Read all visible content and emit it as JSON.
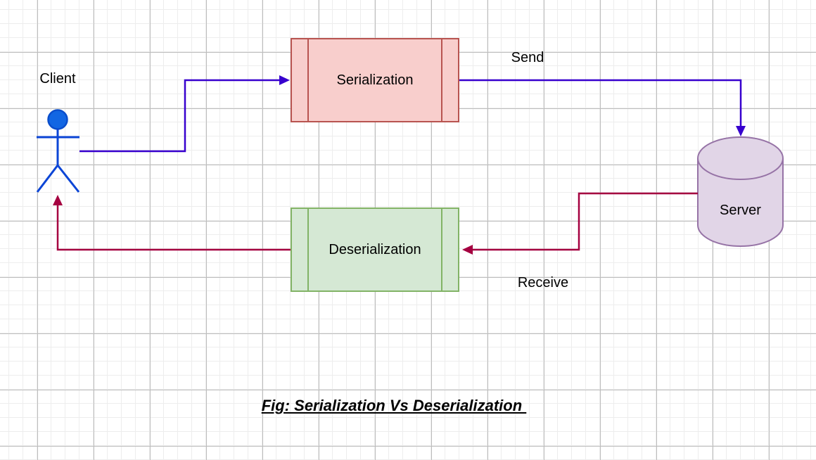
{
  "nodes": {
    "client": {
      "label": "Client",
      "shape": "stick-figure-actor"
    },
    "serialization": {
      "label": "Serialization",
      "shape": "process-box"
    },
    "deserialization": {
      "label": "Deserialization",
      "shape": "process-box"
    },
    "server": {
      "label": "Server",
      "shape": "database-cylinder"
    }
  },
  "edges": {
    "send": {
      "label": "Send"
    },
    "receive": {
      "label": "Receive"
    }
  },
  "caption": "Fig: Serialization Vs Deserialization ",
  "colors": {
    "send_arrow": "#3700CE",
    "receive_arrow": "#A50040",
    "serialization_fill": "#F8CECC",
    "serialization_stroke": "#B85450",
    "deserialization_fill": "#D5E8D4",
    "deserialization_stroke": "#82B366",
    "server_fill": "#E1D5E7",
    "server_stroke": "#9673A6",
    "client_figure_stroke": "#0B45D6",
    "client_head_fill": "#1266E3",
    "grid_minor": "#ededed",
    "grid_major": "#bdbdbd",
    "text": "#000000"
  }
}
